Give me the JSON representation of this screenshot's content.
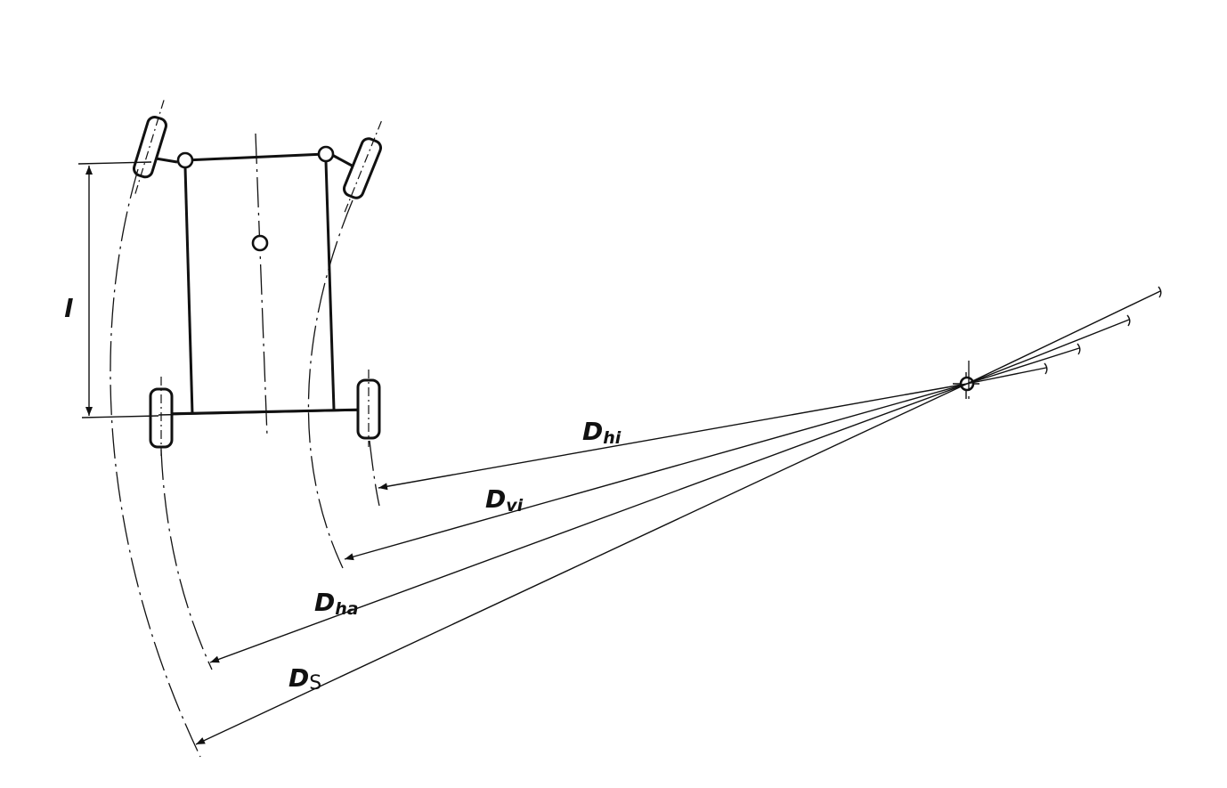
{
  "diagram": {
    "wheelbase_label": "l",
    "radii": [
      {
        "main": "D",
        "sub": "hi"
      },
      {
        "main": "D",
        "sub": "vi"
      },
      {
        "main": "D",
        "sub": "ha"
      },
      {
        "main": "D",
        "sub": "S"
      }
    ]
  }
}
